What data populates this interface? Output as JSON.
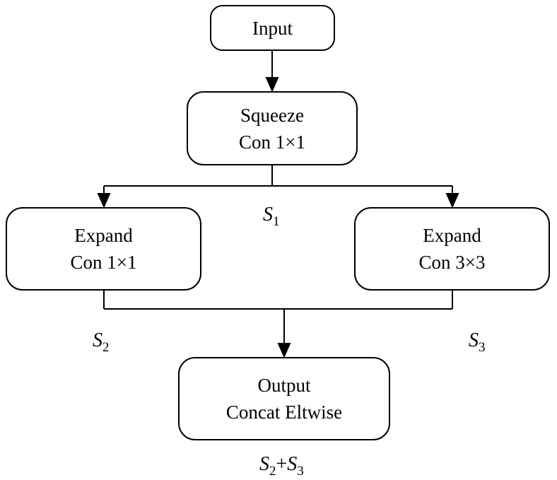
{
  "nodes": {
    "input": {
      "line1": "Input"
    },
    "squeeze": {
      "line1": "Squeeze",
      "line2": "Con 1×1"
    },
    "expand1": {
      "line1": "Expand",
      "line2": "Con 1×1"
    },
    "expand3": {
      "line1": "Expand",
      "line2": "Con 3×3"
    },
    "output": {
      "line1": "Output",
      "line2": "Concat Eltwise"
    }
  },
  "labels": {
    "s1": {
      "base": "S",
      "sub": "1"
    },
    "s2": {
      "base": "S",
      "sub": "2"
    },
    "s3": {
      "base": "S",
      "sub": "3"
    },
    "sum": {
      "base_a": "S",
      "sub_a": "2",
      "op": "+",
      "base_b": "S",
      "sub_b": "3"
    }
  }
}
